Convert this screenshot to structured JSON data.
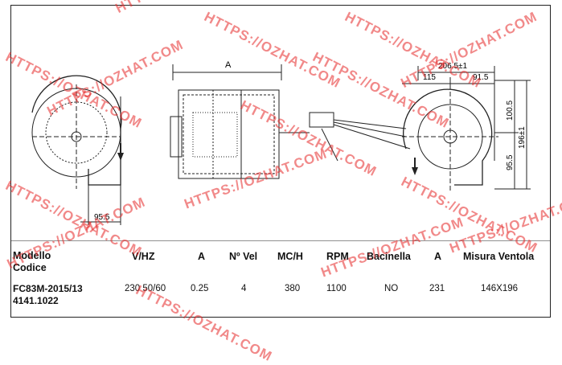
{
  "drawing": {
    "dims": {
      "overall_width": "A",
      "right_width": "206.5±1",
      "part_115": "115",
      "part_91_5": "91.5",
      "height_196": "196±1",
      "height_100_5": "100.5",
      "height_95_5_right": "95.5",
      "left_95_5": "95.5"
    }
  },
  "table": {
    "headers": {
      "modello": "Modello",
      "codice": "Codice",
      "vhz": "V/HZ",
      "a": "A",
      "nvel": "Nº Vel",
      "mch": "MC/H",
      "rpm": "RPM",
      "bacinella": "Bacinella",
      "a2": "A",
      "misura": "Misura Ventola"
    },
    "row": {
      "modello": "FC83M-2015/13",
      "codice": "4141.1022",
      "vhz": "230 50/60",
      "a": "0.25",
      "nvel": "4",
      "mch": "380",
      "rpm": "1100",
      "bacinella": "NO",
      "a2": "231",
      "misura": "146X196"
    }
  },
  "watermark": {
    "text": "HTTPS://OZHAT.COM"
  },
  "colors": {
    "watermark": "#e62828",
    "line": "#222222"
  }
}
